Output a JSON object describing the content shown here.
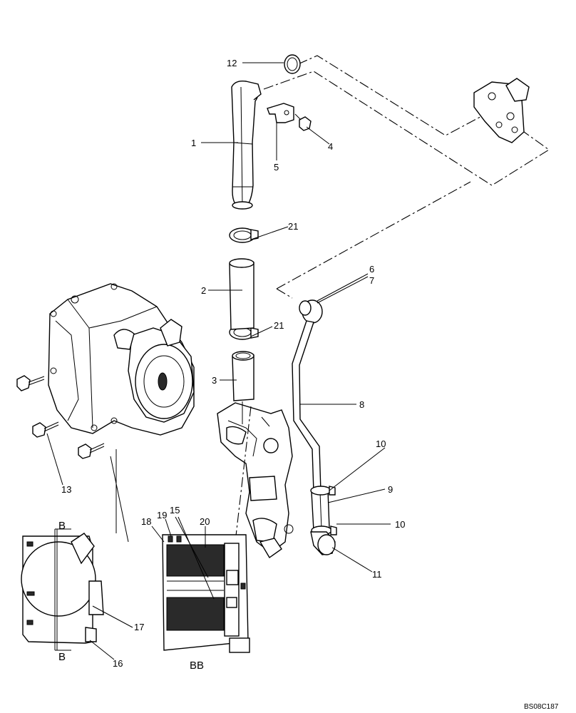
{
  "callouts": {
    "c1": "1",
    "c2": "2",
    "c3": "3",
    "c4": "4",
    "c5": "5",
    "c6": "6",
    "c7": "7",
    "c8": "8",
    "c9": "9",
    "c10a": "10",
    "c10b": "10",
    "c11": "11",
    "c12": "12",
    "c13": "13",
    "c15": "15",
    "c16": "16",
    "c17": "17",
    "c18": "18",
    "c19": "19",
    "c20": "20",
    "c21a": "21",
    "c21b": "21"
  },
  "views": {
    "view_b_top": "B",
    "view_b_bottom": "B",
    "view_bb": "BB"
  },
  "figure_code": "BS08C187"
}
